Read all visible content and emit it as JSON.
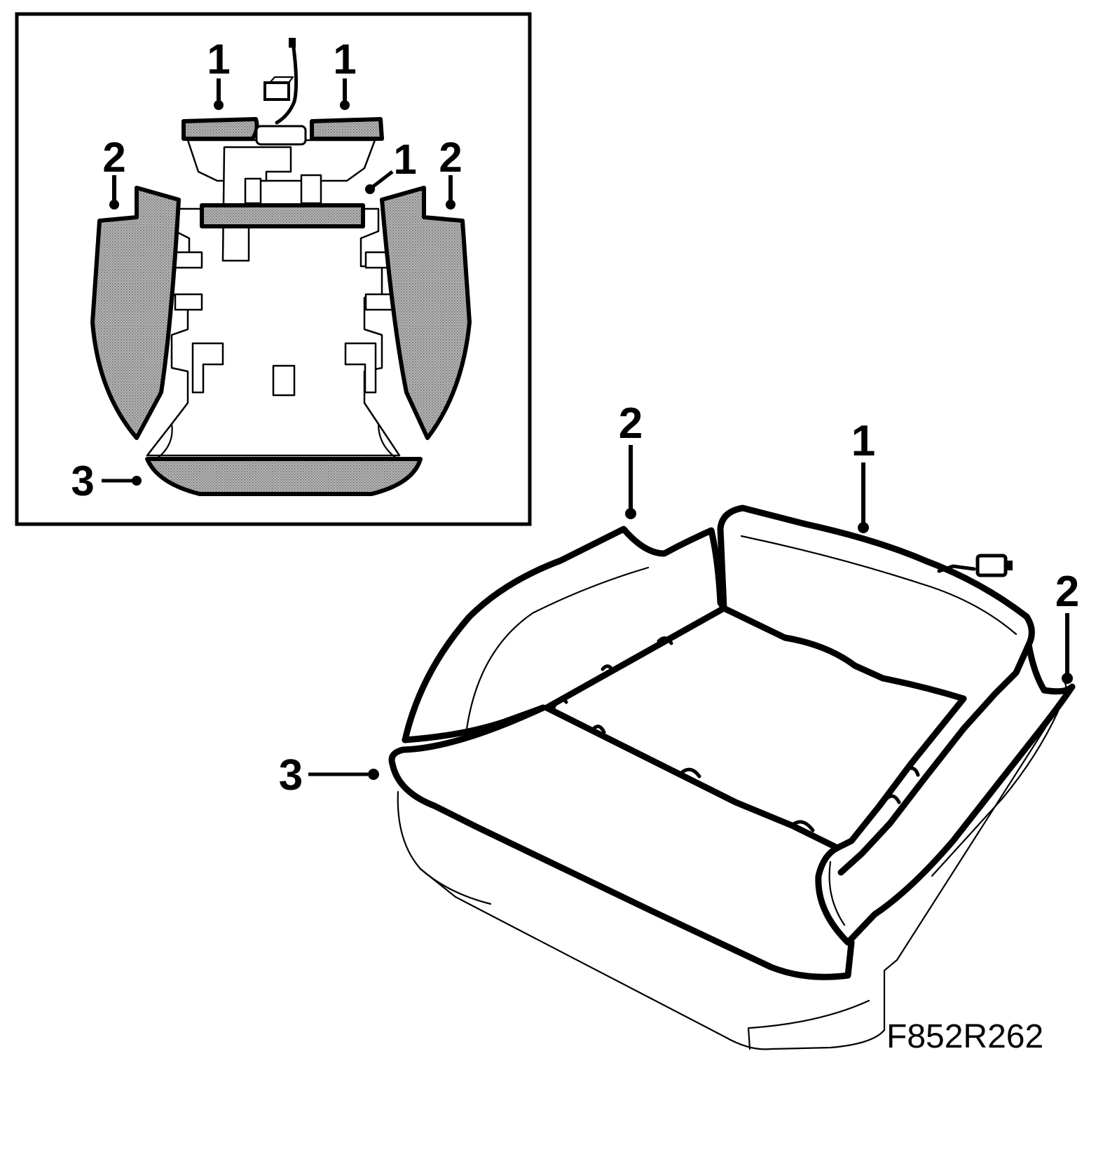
{
  "figure_code": "F852R262",
  "callouts": {
    "inset": [
      {
        "id": "inset-callout-1-left",
        "text": "1"
      },
      {
        "id": "inset-callout-1-right",
        "text": "1"
      },
      {
        "id": "inset-callout-1-center",
        "text": "1"
      },
      {
        "id": "inset-callout-2-left",
        "text": "2"
      },
      {
        "id": "inset-callout-2-right",
        "text": "2"
      },
      {
        "id": "inset-callout-3",
        "text": "3"
      }
    ],
    "main": [
      {
        "id": "main-callout-2-left",
        "text": "2"
      },
      {
        "id": "main-callout-1",
        "text": "1"
      },
      {
        "id": "main-callout-2-right",
        "text": "2"
      },
      {
        "id": "main-callout-3",
        "text": "3"
      }
    ]
  },
  "colors": {
    "line": "#000000",
    "pad_fill": "#a9a9a9",
    "background": "#ffffff"
  }
}
